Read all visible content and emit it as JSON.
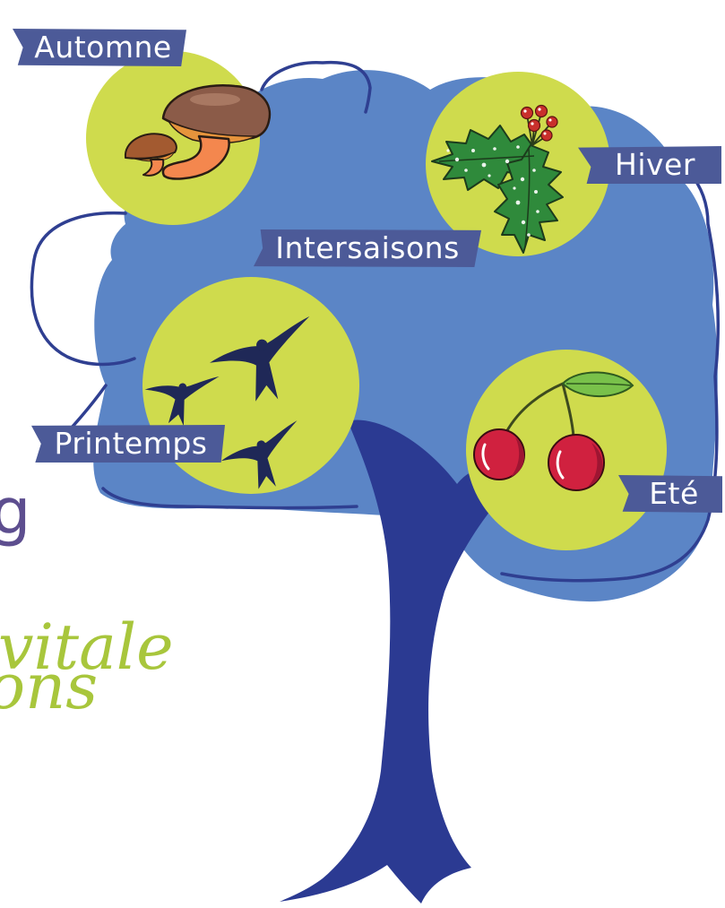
{
  "labels": {
    "autumn": "Automne",
    "winter": "Hiver",
    "between_seasons": "Intersaisons",
    "spring": "Printemps",
    "summer": "Eté"
  },
  "fragments": {
    "heading": "g",
    "script_line_1": "vitale",
    "script_line_2": "ons"
  },
  "icons": {
    "autumn": "mushroom-icon",
    "winter": "holly-icon",
    "spring": "swallows-icon",
    "summer": "cherries-icon"
  },
  "colors": {
    "crown": "#5b85c6",
    "outline": "#2f3f91",
    "trunk": "#2b3a92",
    "circle": "#cfdb4d",
    "ribbon": "#4c5a98",
    "ribbon_text": "#ffffff",
    "heading": "#5d4e8f",
    "script": "#a8c63c",
    "swallow": "#1f2857"
  }
}
